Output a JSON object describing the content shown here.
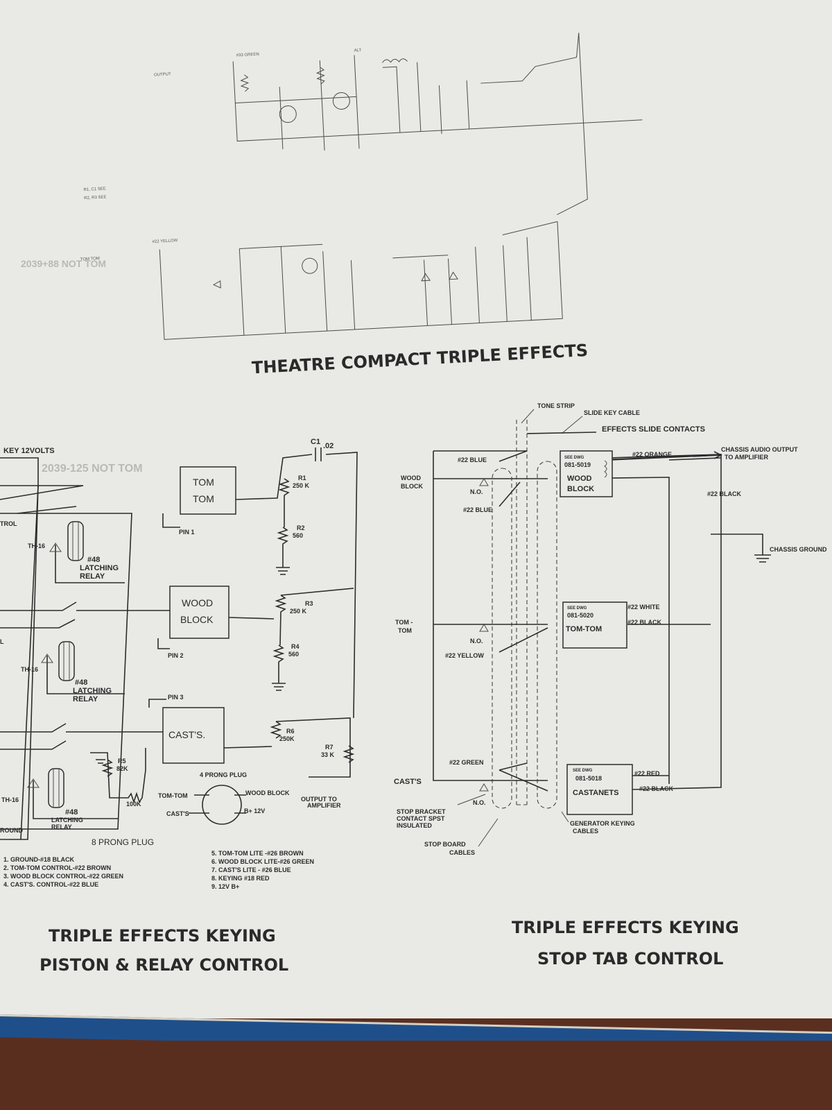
{
  "titles": {
    "theatre": "THEATRE COMPACT TRIPLE EFFECTS",
    "piston_line1": "TRIPLE EFFECTS KEYING",
    "piston_line2": "PISTON & RELAY CONTROL",
    "stop_line1": "TRIPLE EFFECTS KEYING",
    "stop_line2": "STOP TAB CONTROL"
  },
  "left": {
    "key_12v": "KEY 12VOLTS",
    "trol": "TROL",
    "edge_l": "L",
    "th16_a": "TH-16",
    "th16_b": "TH-16",
    "th16_c": "TH-16",
    "relay_a_line1": "#48",
    "relay_a_line2": "LATCHING",
    "relay_a_line3": "RELAY",
    "relay_b_line1": "#48",
    "relay_b_line2": "LATCHING",
    "relay_b_line3": "RELAY",
    "relay_c_line1": "#48",
    "relay_c_line2": "LATCHING",
    "relay_c_line3": "RELAY",
    "round": "ROUND",
    "tomtom_l1": "TOM",
    "tomtom_l2": "TOM",
    "wood_l1": "WOOD",
    "wood_l2": "BLOCK",
    "casts": "CAST'S.",
    "pin1": "PIN 1",
    "pin2": "PIN 2",
    "pin3": "PIN 3",
    "c1": "C1",
    "c1_val": ".02",
    "r1": "R1",
    "r1_val": "250 K",
    "r2": "R2",
    "r2_val": "560",
    "r3": "R3",
    "r3_val": "250 K",
    "r4": "R4",
    "r4_val": "560",
    "r5": "R5",
    "r5_val": "82K",
    "r6": "R6",
    "r6_val": "250K",
    "r7": "R7",
    "r7_val": "33 K",
    "r_100k": "100K",
    "prong4": "4 PRONG PLUG",
    "plug_tomtom": "TOM-TOM",
    "plug_wood": "WOOD BLOCK",
    "plug_casts": "CAST'S",
    "plug_b12": "B+ 12V",
    "output_l1": "OUTPUT TO",
    "output_l2": "AMPLIFIER",
    "prong8": "8 PRONG PLUG",
    "notes_left": [
      "1. GROUND-#18 BLACK",
      "2. TOM-TOM CONTROL-#22 BROWN",
      "3. WOOD BLOCK CONTROL-#22 GREEN",
      "4. CAST'S. CONTROL-#22 BLUE"
    ],
    "notes_right": [
      "5. TOM-TOM LITE -#26 BROWN",
      "6. WOOD BLOCK LITE-#26 GREEN",
      "7. CAST'S LITE - #26 BLUE",
      "8. KEYING #18 RED",
      "9. 12V B+"
    ]
  },
  "right": {
    "tone_strip": "TONE STRIP",
    "slide_key_cable": "SLIDE KEY CABLE",
    "effects_slide": "EFFECTS SLIDE CONTACTS",
    "chassis_audio_l1": "CHASSIS AUDIO OUTPUT",
    "chassis_audio_l2": "TO AMPLIFIER",
    "wood_block_l1": "WOOD",
    "wood_block_l2": "BLOCK",
    "tom_l1": "TOM -",
    "tom_l2": "TOM",
    "casts": "CAST'S",
    "w22_blue_a": "#22 BLUE",
    "w22_blue_b": "#22 BLUE",
    "w22_orange": "#22 ORANGE",
    "w22_black_a": "#22 BLACK",
    "w22_black_b": "#22 BLACK",
    "w22_black_c": "#22 BLACK",
    "w22_white": "#22 WHITE",
    "w22_yellow": "#22 YELLOW",
    "w22_green": "#22 GREEN",
    "w22_red": "#22 RED",
    "no_a": "N.O.",
    "no_b": "N.O.",
    "no_c": "N.O.",
    "chassis_ground": "CHASSIS GROUND",
    "box_wood_see": "SEE DWG",
    "box_wood_num": "081-5019",
    "box_wood_l1": "WOOD",
    "box_wood_l2": "BLOCK",
    "box_tom_see": "SEE DWG",
    "box_tom_num": "081-5020",
    "box_tom_name": "TOM-TOM",
    "box_cast_see": "SEE DWG",
    "box_cast_num": "081-5018",
    "box_cast_name": "CASTANETS",
    "stop_bracket_l1": "STOP BRACKET",
    "stop_bracket_l2": "CONTACT SPST",
    "stop_bracket_l3": "INSULATED",
    "stop_board_l1": "STOP BOARD",
    "stop_board_l2": "CABLES",
    "generator_l1": "GENERATOR KEYING",
    "generator_l2": "CABLES"
  }
}
